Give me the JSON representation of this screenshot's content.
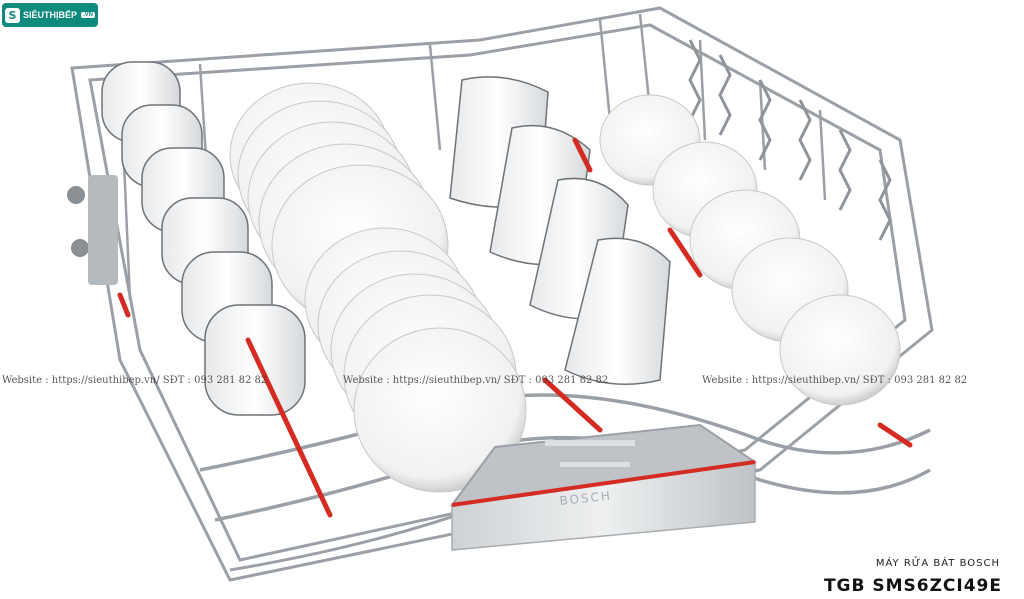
{
  "logo": {
    "text": "SIÊUTHỊBẾP",
    "suffix": ".VN"
  },
  "watermarks": [
    "Website : https://sieuthibep.vn/ SĐT : 093 281 82 82",
    "Website : https://sieuthibep.vn/ SĐT : 093 281 82 82",
    "Website : https://sieuthibep.vn/ SĐT : 093 281 82 82"
  ],
  "product": {
    "name": "MÁY RỬA BÁT BOSCH",
    "code": "TGB SMS6ZCI49E"
  },
  "basket": {
    "brand": "BOSCH"
  },
  "colors": {
    "accent_red": "#d42b23",
    "rack": "#9aa0a6",
    "logo_green": "#0c8a7c"
  }
}
